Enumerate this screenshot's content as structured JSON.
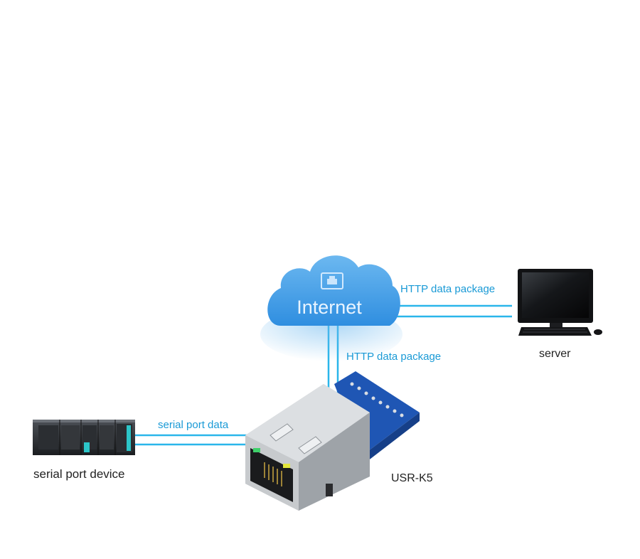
{
  "cloud": {
    "label": "Internet"
  },
  "connections": {
    "cloud_to_server": "HTTP data package",
    "module_to_cloud": "HTTP data package",
    "device_to_module": "serial port data"
  },
  "devices": {
    "server": "server",
    "serial_device": "serial port device",
    "module": "USR-K5"
  },
  "colors": {
    "accent": "#1a9ad6",
    "line": "#2ab6ea",
    "cloud_top": "#64b2ee",
    "cloud_bottom": "#2e8ce0",
    "pcb": "#1f56b4"
  },
  "icons": {
    "cloud": "cloud-icon",
    "ethernet": "ethernet-port-icon",
    "server": "desktop-computer-icon",
    "serial_device": "plc-device-icon",
    "module": "ethernet-module-icon"
  }
}
